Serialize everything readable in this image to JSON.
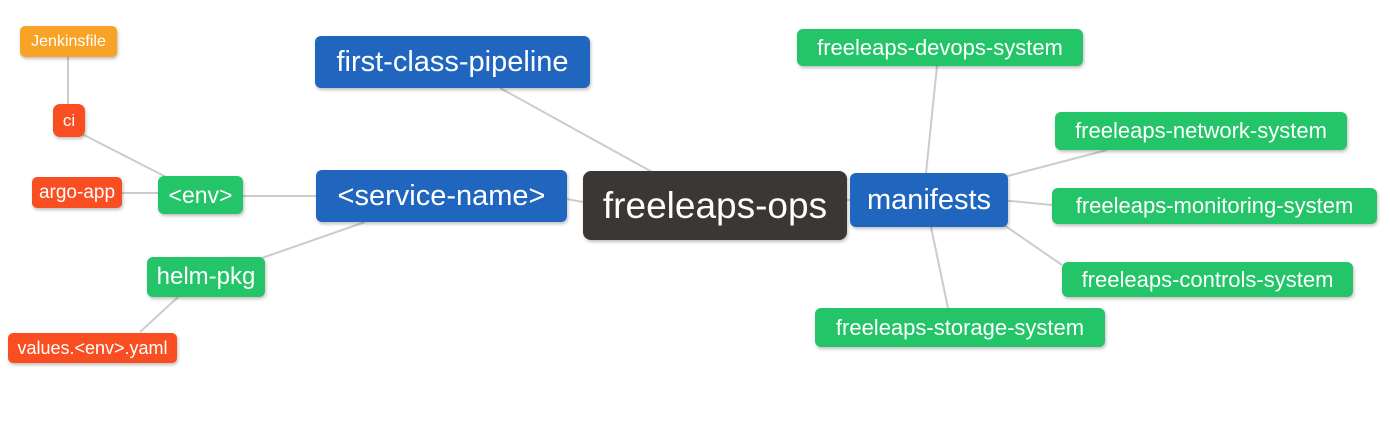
{
  "diagram": {
    "type": "mindmap",
    "background": "#FFFFFF",
    "connector_color": "#CCCCCC",
    "text_color": "#FFFFFF",
    "palette": {
      "root_dark": "#3B3735",
      "branch_blue": "#2166BE",
      "leaf_green": "#24C468",
      "leaf_red_orange": "#F94D22",
      "leaf_amber": "#F9A326"
    },
    "nodes": {
      "root": {
        "label": "freeleaps-ops",
        "color": "#3B3735"
      },
      "first_class": {
        "label": "first-class-pipeline",
        "color": "#2166BE"
      },
      "service_name": {
        "label": "<service-name>",
        "color": "#2166BE"
      },
      "manifests": {
        "label": "manifests",
        "color": "#2166BE"
      },
      "env": {
        "label": "<env>",
        "color": "#24C468"
      },
      "helm_pkg": {
        "label": "helm-pkg",
        "color": "#24C468"
      },
      "ci": {
        "label": "ci",
        "color": "#F94D22"
      },
      "argo_app": {
        "label": "argo-app",
        "color": "#F94D22"
      },
      "jenkinsfile": {
        "label": "Jenkinsfile",
        "color": "#F9A326"
      },
      "values_env_yaml": {
        "label": "values.<env>.yaml",
        "color": "#F94D22"
      },
      "devops_system": {
        "label": "freeleaps-devops-system",
        "color": "#24C468"
      },
      "network_system": {
        "label": "freeleaps-network-system",
        "color": "#24C468"
      },
      "monitoring_system": {
        "label": "freeleaps-monitoring-system",
        "color": "#24C468"
      },
      "controls_system": {
        "label": "freeleaps-controls-system",
        "color": "#24C468"
      },
      "storage_system": {
        "label": "freeleaps-storage-system",
        "color": "#24C468"
      }
    },
    "edges": [
      [
        "freeleaps-ops",
        "first-class-pipeline"
      ],
      [
        "freeleaps-ops",
        "<service-name>"
      ],
      [
        "freeleaps-ops",
        "manifests"
      ],
      [
        "<service-name>",
        "<env>"
      ],
      [
        "<service-name>",
        "helm-pkg"
      ],
      [
        "<env>",
        "ci"
      ],
      [
        "<env>",
        "argo-app"
      ],
      [
        "ci",
        "Jenkinsfile"
      ],
      [
        "helm-pkg",
        "values.<env>.yaml"
      ],
      [
        "manifests",
        "freeleaps-devops-system"
      ],
      [
        "manifests",
        "freeleaps-network-system"
      ],
      [
        "manifests",
        "freeleaps-monitoring-system"
      ],
      [
        "manifests",
        "freeleaps-controls-system"
      ],
      [
        "manifests",
        "freeleaps-storage-system"
      ]
    ]
  }
}
